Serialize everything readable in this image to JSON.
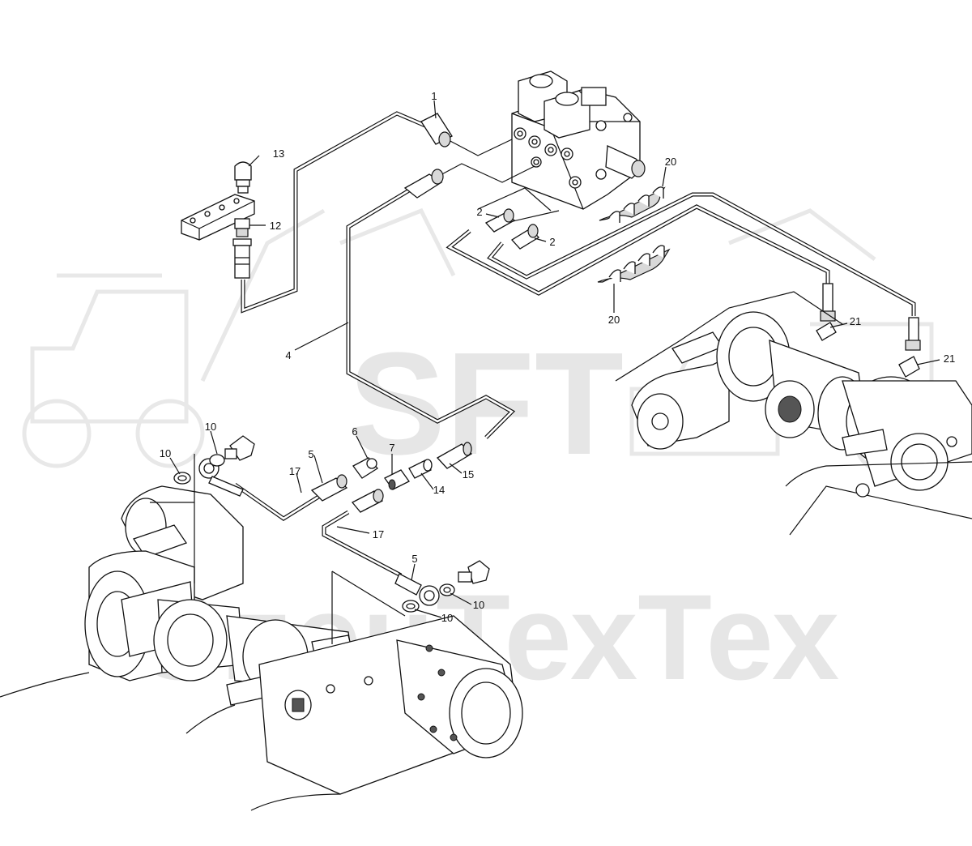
{
  "watermark": {
    "logo_text": "SFT",
    "brand_text": "СпецТехТех"
  },
  "callouts": [
    {
      "id": "c1",
      "label": "1"
    },
    {
      "id": "c2a",
      "label": "2"
    },
    {
      "id": "c2b",
      "label": "2"
    },
    {
      "id": "c4",
      "label": "4"
    },
    {
      "id": "c5a",
      "label": "5"
    },
    {
      "id": "c5b",
      "label": "5"
    },
    {
      "id": "c6",
      "label": "6"
    },
    {
      "id": "c7",
      "label": "7"
    },
    {
      "id": "c10a",
      "label": "10"
    },
    {
      "id": "c10b",
      "label": "10"
    },
    {
      "id": "c10c",
      "label": "10"
    },
    {
      "id": "c10d",
      "label": "10"
    },
    {
      "id": "c12",
      "label": "12"
    },
    {
      "id": "c13",
      "label": "13"
    },
    {
      "id": "c14",
      "label": "14"
    },
    {
      "id": "c15",
      "label": "15"
    },
    {
      "id": "c17a",
      "label": "17"
    },
    {
      "id": "c17b",
      "label": "17"
    },
    {
      "id": "c20a",
      "label": "20"
    },
    {
      "id": "c20b",
      "label": "20"
    },
    {
      "id": "c21a",
      "label": "21"
    },
    {
      "id": "c21b",
      "label": "21"
    }
  ]
}
